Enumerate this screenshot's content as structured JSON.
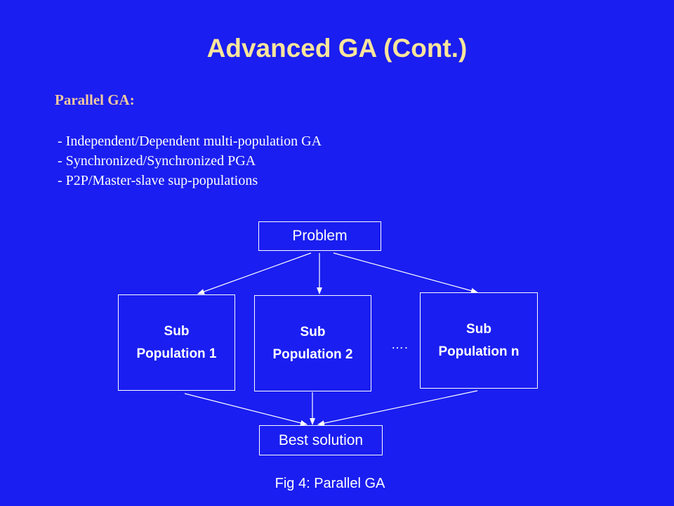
{
  "slide": {
    "title": "Advanced GA (Cont.)",
    "section_heading": "Parallel GA:",
    "bullets": [
      "- Independent/Dependent multi-population GA",
      "- Synchronized/Synchronized PGA",
      "- P2P/Master-slave sup-populations"
    ]
  },
  "diagram": {
    "problem_label": "Problem",
    "subpopulations": [
      {
        "line1": "Sub",
        "line2": "Population 1"
      },
      {
        "line1": "Sub",
        "line2": "Population 2"
      },
      {
        "line1": "Sub",
        "line2": "Population n"
      }
    ],
    "ellipsis": "….",
    "best_solution_label": "Best solution",
    "caption": "Fig 4: Parallel GA"
  },
  "colors": {
    "background": "#1a1ef0",
    "title": "#fbe59c",
    "heading": "#f0c8a0",
    "text": "#ffffff"
  }
}
